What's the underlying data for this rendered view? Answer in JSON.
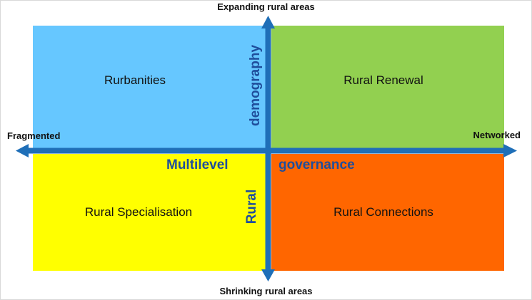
{
  "colors": {
    "rurbanities": "#66c7ff",
    "rural_renewal": "#92d050",
    "rural_specialisation": "#ffff00",
    "rural_connections": "#ff6600",
    "axis": "#1f6fb8",
    "center_text": "#1f4e9c"
  },
  "axes": {
    "top": "Expanding rural areas",
    "bottom": "Shrinking rural areas",
    "left": "Fragmented",
    "right": "Networked"
  },
  "quadrants": {
    "top_left": "Rurbanities",
    "top_right": "Rural Renewal",
    "bottom_left": "Rural Specialisation",
    "bottom_right": "Rural Connections"
  },
  "center_words": {
    "horizontal_left": "Multilevel",
    "horizontal_right": "governance",
    "vertical_top": "demography",
    "vertical_bottom": "Rural"
  }
}
